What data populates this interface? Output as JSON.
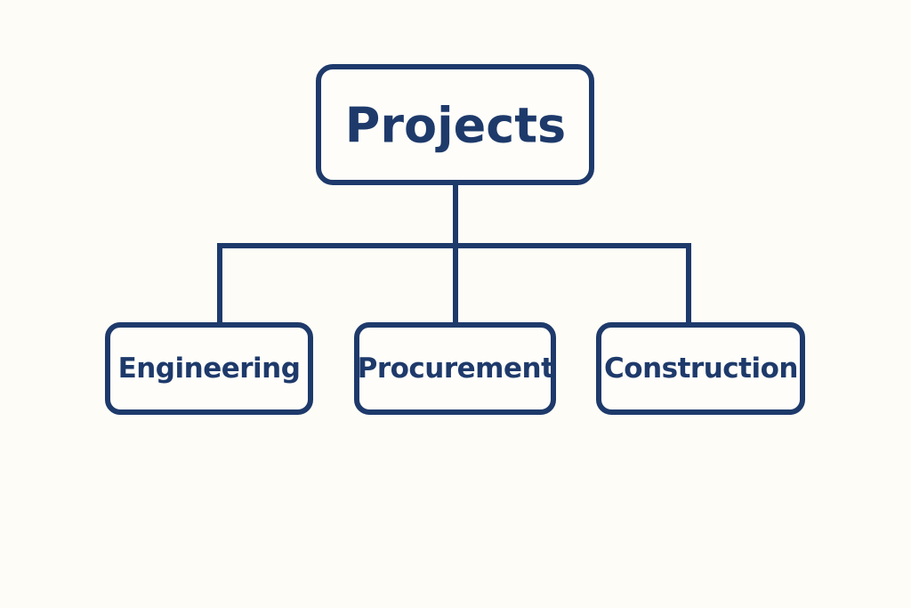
{
  "diagram": {
    "type": "org-chart",
    "root": {
      "label": "Projects"
    },
    "children": [
      {
        "label": "Engineering"
      },
      {
        "label": "Procurement"
      },
      {
        "label": "Construction"
      }
    ]
  },
  "colors": {
    "background": "#fdfcf7",
    "stroke": "#1e3a6b",
    "text": "#1e3a6b"
  }
}
